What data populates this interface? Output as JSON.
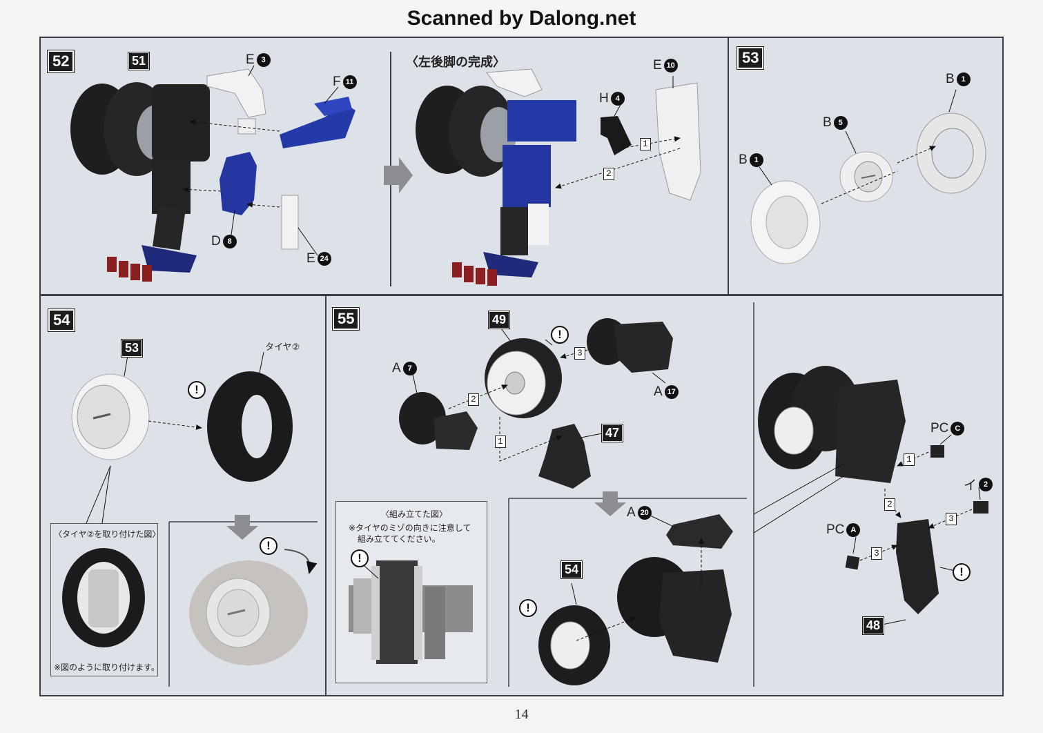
{
  "header": {
    "title": "Scanned by Dalong.net"
  },
  "page_number": "14",
  "steps": {
    "s52": {
      "badge": "52",
      "ref": "51",
      "title": "〈左後脚の完成〉"
    },
    "s53": {
      "badge": "53"
    },
    "s54": {
      "badge": "54",
      "ref": "53",
      "tire_label": "タイヤ②",
      "inset_title": "〈タイヤ②を取り付けた図〉",
      "inset_note": "※図のように取り付けます。"
    },
    "s55": {
      "badge": "55",
      "ref_a": "49",
      "ref_b": "47",
      "ref_c": "54",
      "ref_d": "48",
      "inset_title": "〈組み立てた図〉",
      "inset_note_1": "※タイヤのミゾの向きに注意して",
      "inset_note_2": "組み立ててください。"
    }
  },
  "parts": {
    "e3": {
      "letter": "E",
      "num": "3"
    },
    "f11": {
      "letter": "F",
      "num": "11"
    },
    "d8": {
      "letter": "D",
      "num": "8"
    },
    "e24": {
      "letter": "E",
      "num": "24"
    },
    "e10": {
      "letter": "E",
      "num": "10"
    },
    "h4": {
      "letter": "H",
      "num": "4"
    },
    "b1a": {
      "letter": "B",
      "num": "1"
    },
    "b5": {
      "letter": "B",
      "num": "5"
    },
    "b1b": {
      "letter": "B",
      "num": "1"
    },
    "a7": {
      "letter": "A",
      "num": "7"
    },
    "a17": {
      "letter": "A",
      "num": "17"
    },
    "a20": {
      "letter": "A",
      "num": "20"
    },
    "pcc": {
      "letter": "PC",
      "num": "C"
    },
    "pca": {
      "letter": "PC",
      "num": "A"
    },
    "i2": {
      "letter": "イ",
      "num": "2"
    }
  },
  "seq": {
    "one": "1",
    "two": "2",
    "three": "3"
  },
  "attention": "!"
}
